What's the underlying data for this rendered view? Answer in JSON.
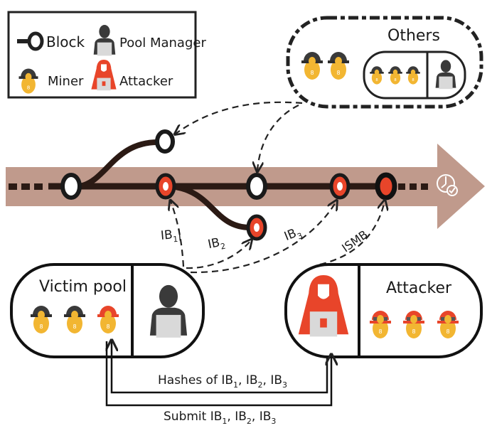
{
  "legend": {
    "items": [
      {
        "icon": "block-icon",
        "label": "Block"
      },
      {
        "icon": "pool-manager-icon",
        "label": "Pool Manager"
      },
      {
        "icon": "miner-icon",
        "label": "Miner"
      },
      {
        "icon": "attacker-icon",
        "label": "Attacker"
      }
    ]
  },
  "others": {
    "title": "Others",
    "independent_miners": 2,
    "pool_miners": 3
  },
  "victim_pool": {
    "title": "Victim pool",
    "miners": [
      "honest",
      "honest",
      "infiltrated"
    ]
  },
  "attacker_pool": {
    "title": "Attacker",
    "miners": 3
  },
  "chain": {
    "blocks": [
      {
        "id": "b0",
        "type": "honest",
        "branch": "main"
      },
      {
        "id": "b_fork_up",
        "type": "honest",
        "branch": "fork"
      },
      {
        "id": "b1",
        "type": "infiltrated",
        "branch": "main"
      },
      {
        "id": "b_fork_down",
        "type": "infiltrated",
        "branch": "fork"
      },
      {
        "id": "b2",
        "type": "honest",
        "branch": "main"
      },
      {
        "id": "b3",
        "type": "infiltrated",
        "branch": "main"
      },
      {
        "id": "b4",
        "type": "attacker",
        "branch": "main"
      }
    ],
    "end_icon": "clock-check-icon"
  },
  "arrows": {
    "ib1": {
      "base": "IB",
      "sub": "1"
    },
    "ib2": {
      "base": "IB",
      "sub": "2"
    },
    "ib3": {
      "base": "IB",
      "sub": "3"
    },
    "ismb": "ISMB"
  },
  "flows": {
    "hashes": {
      "prefix": "Hashes of ",
      "items": [
        {
          "base": "IB",
          "sub": "1"
        },
        {
          "base": "IB",
          "sub": "2"
        },
        {
          "base": "IB",
          "sub": "3"
        }
      ]
    },
    "submit": {
      "prefix": "Submit ",
      "items": [
        {
          "base": "IB",
          "sub": "1"
        },
        {
          "base": "IB",
          "sub": "2"
        },
        {
          "base": "IB",
          "sub": "3"
        }
      ]
    }
  },
  "colors": {
    "chain_band": "#c09a8c",
    "dark": "#222222",
    "miner_yellow": "#f2b632",
    "attacker_red": "#e8452a",
    "laptop_gray": "#d9d9d9"
  }
}
